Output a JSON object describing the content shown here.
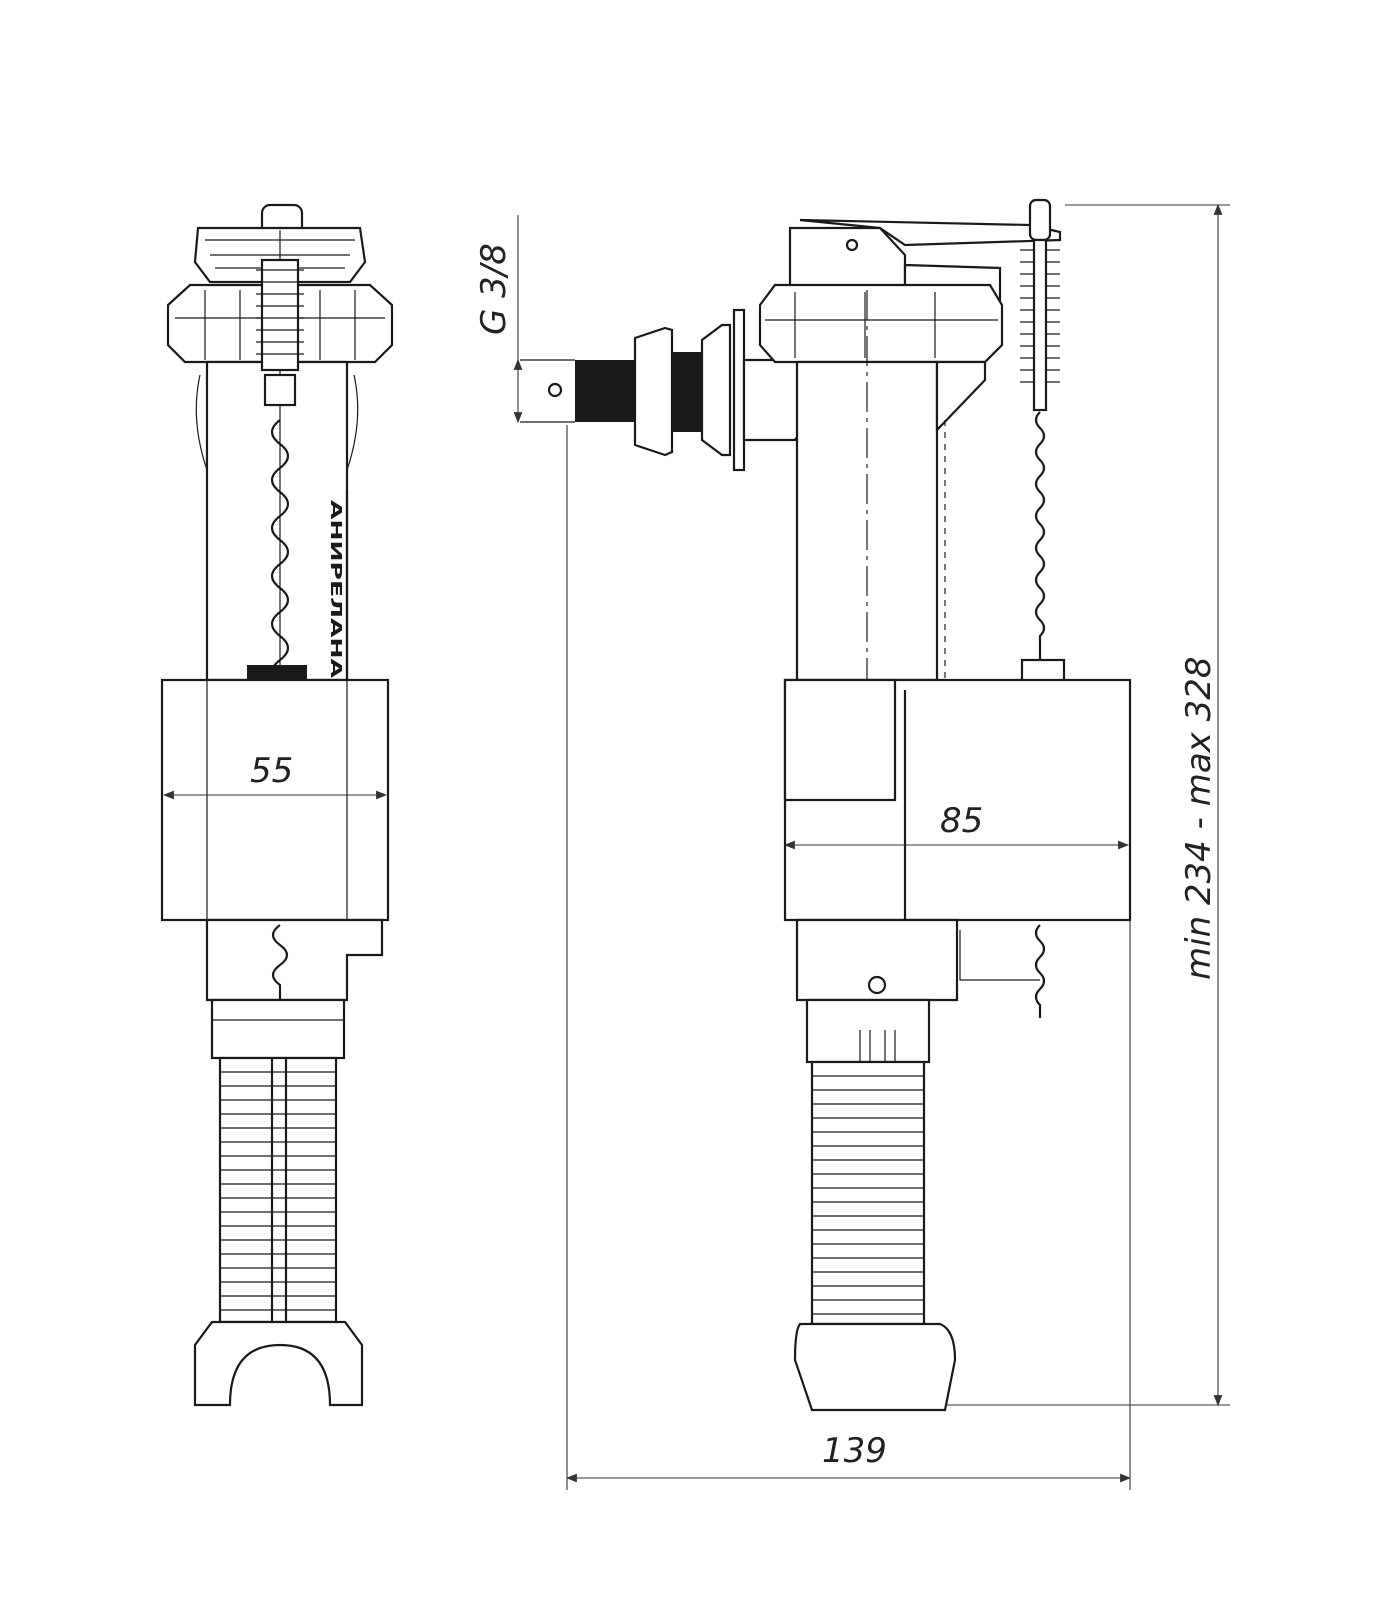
{
  "drawing": {
    "title": "Fill valve technical drawing",
    "dimensions": {
      "thread": "G 3/8",
      "width_front": "55",
      "float_width": "85",
      "total_width": "139",
      "height_range": "min 234 - max 328"
    },
    "tube_marking": "АНИРЕЛАНА"
  }
}
